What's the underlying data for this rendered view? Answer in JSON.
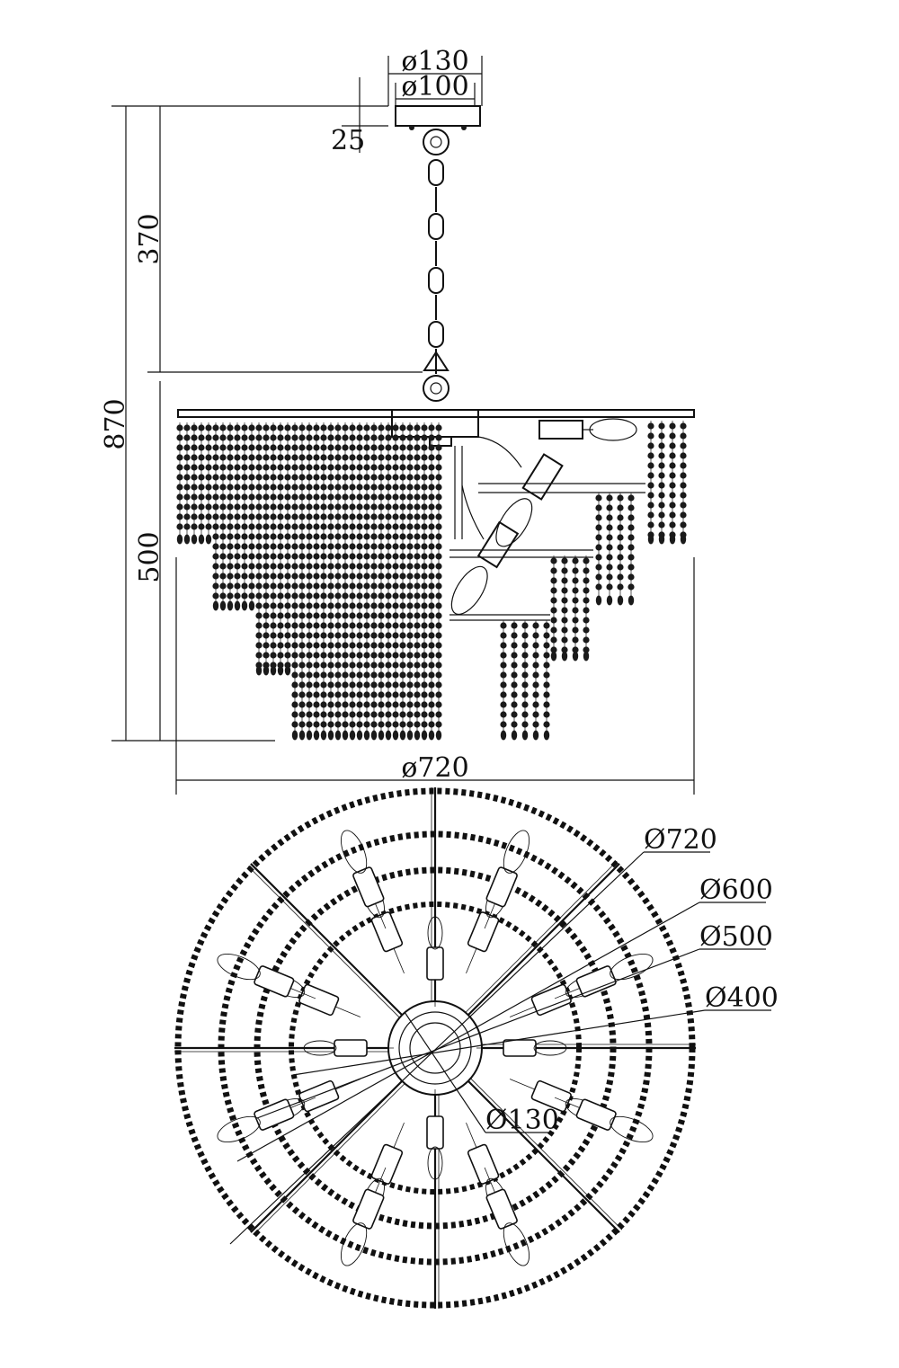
{
  "side_view": {
    "dims": {
      "canopy_outer": "ø130",
      "canopy_inner": "ø100",
      "canopy_height": "25",
      "chain_length": "370",
      "total_height": "870",
      "body_height": "500",
      "body_diameter": "ø720"
    }
  },
  "top_view": {
    "dims": {
      "ring_720": "Ø720",
      "ring_600": "Ø600",
      "ring_500": "Ø500",
      "ring_400": "Ø400",
      "center_130": "Ø130"
    }
  },
  "colors": {
    "ink": "#111111",
    "background": "#ffffff"
  }
}
